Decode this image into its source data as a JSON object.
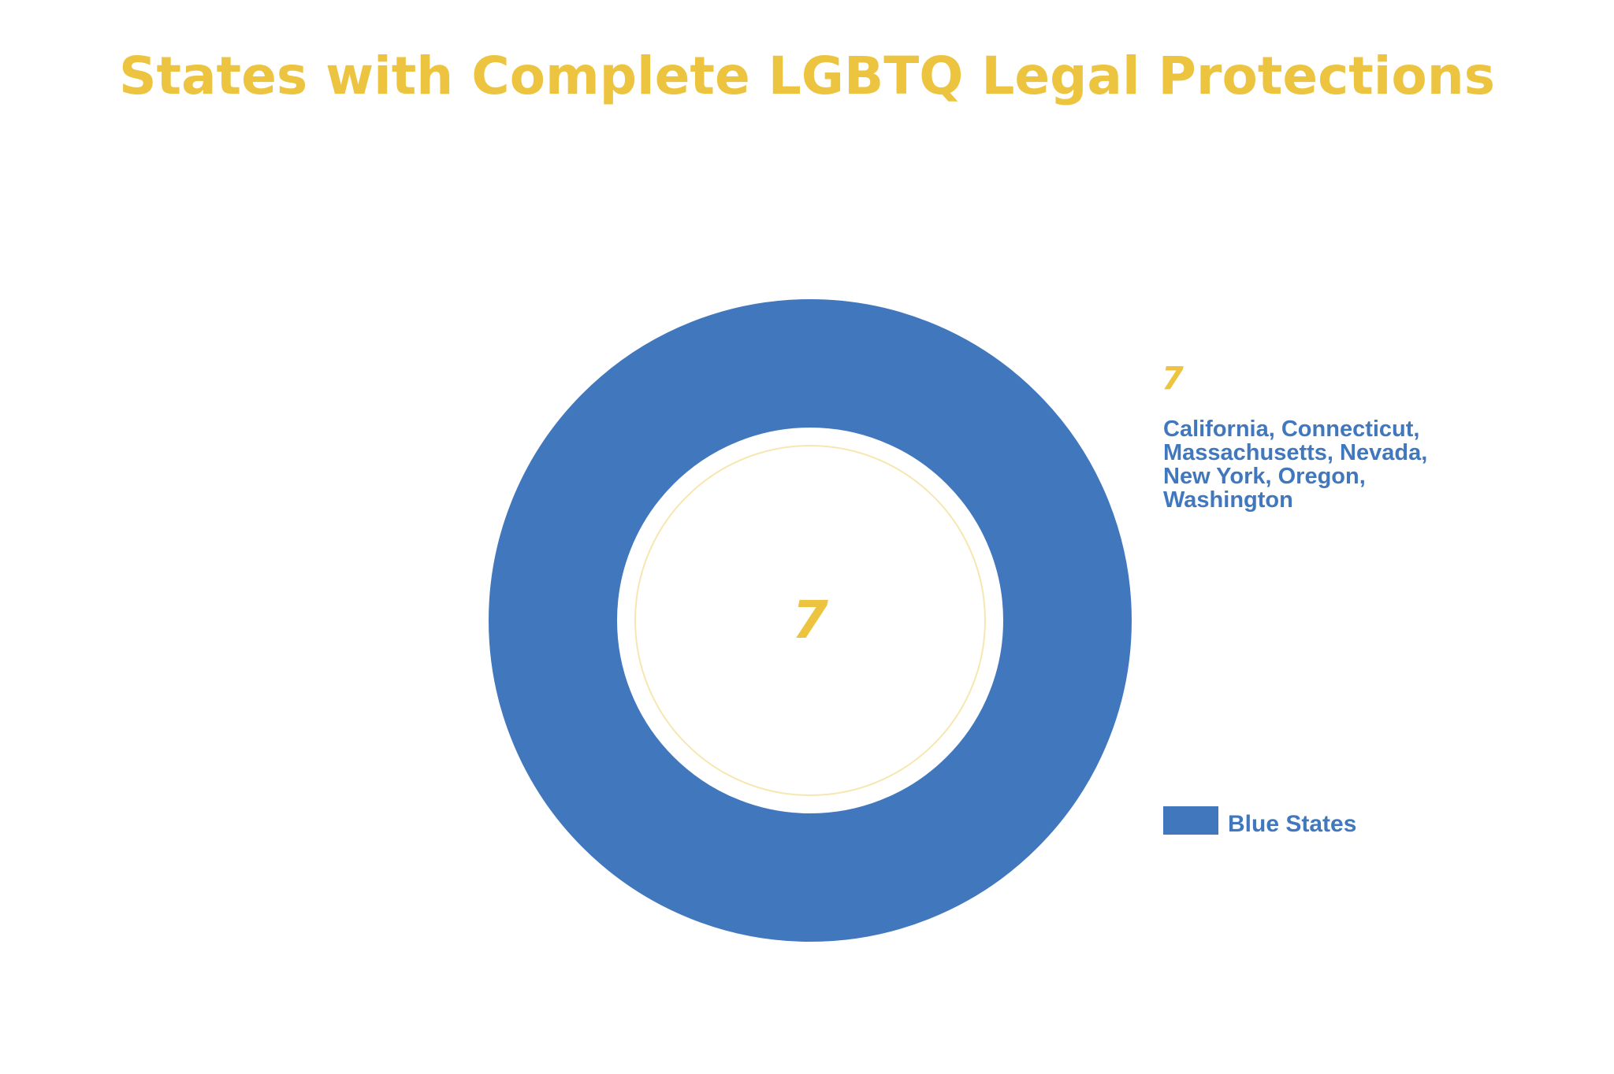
{
  "chart_data": {
    "type": "pie",
    "title": "States with Complete LGBTQ Legal Protections",
    "categories": [
      "Blue States"
    ],
    "values": [
      7
    ],
    "colors": [
      "#4177bd"
    ],
    "center_label": "7",
    "annotation": {
      "count": "7",
      "states": "California, Connecticut, Massachusetts, Nevada, New York, Oregon, Washington"
    },
    "legend": {
      "position": "right",
      "entries": [
        {
          "label": "Blue States",
          "color": "#4177bd"
        }
      ]
    }
  },
  "colors": {
    "title": "#ecc440",
    "accent_blue": "#4177bd",
    "inner_ring": "#f6e7b0"
  }
}
